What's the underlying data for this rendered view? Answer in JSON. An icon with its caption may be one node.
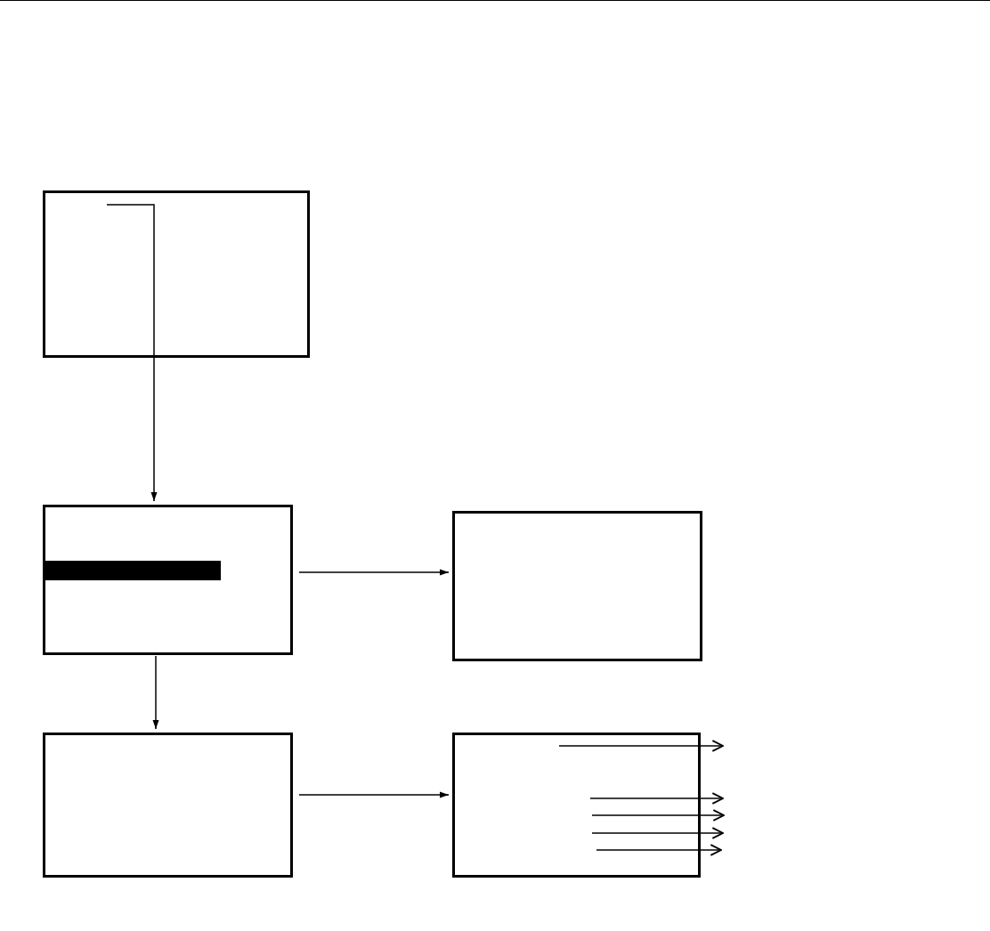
{
  "diagram": {
    "nodes": [
      {
        "text": [],
        "shape": "box"
      },
      {
        "text": [],
        "shape": "box"
      },
      {
        "text": [],
        "shape": "bar",
        "in": 1
      },
      {
        "text": [],
        "shape": "box"
      },
      {
        "text": [],
        "shape": "box"
      },
      {
        "text": [],
        "shape": "box"
      }
    ],
    "edges": [
      {
        "from": 0,
        "to": 1,
        "arrow": "to"
      },
      {
        "from": 1,
        "to": 4,
        "arrow": "to"
      },
      {
        "from": 1,
        "to": 3,
        "arrow": "to"
      },
      {
        "from": 4,
        "to": 5,
        "arrow": "to"
      },
      {
        "from": 5,
        "to": null,
        "arrow": "to"
      },
      {
        "from": 5,
        "to": null,
        "arrow": "to"
      },
      {
        "from": 5,
        "to": null,
        "arrow": "to"
      },
      {
        "from": 5,
        "to": null,
        "arrow": "to"
      },
      {
        "from": 5,
        "to": null,
        "arrow": "to"
      }
    ]
  }
}
